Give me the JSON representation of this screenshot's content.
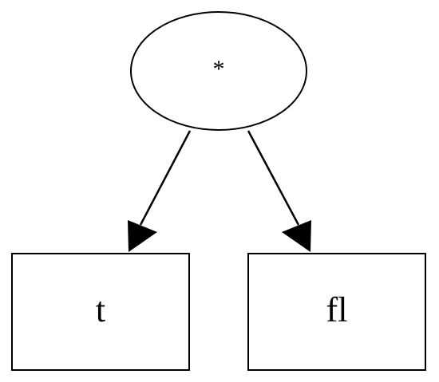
{
  "diagram": {
    "nodes": [
      {
        "id": "root",
        "label": "*",
        "shape": "ellipse"
      },
      {
        "id": "left",
        "label": "t",
        "shape": "box"
      },
      {
        "id": "right",
        "label": "fl",
        "shape": "box"
      }
    ],
    "edges": [
      {
        "from": "root",
        "to": "left"
      },
      {
        "from": "root",
        "to": "right"
      }
    ],
    "colors": {
      "stroke": "#000000",
      "background": "#ffffff"
    }
  }
}
